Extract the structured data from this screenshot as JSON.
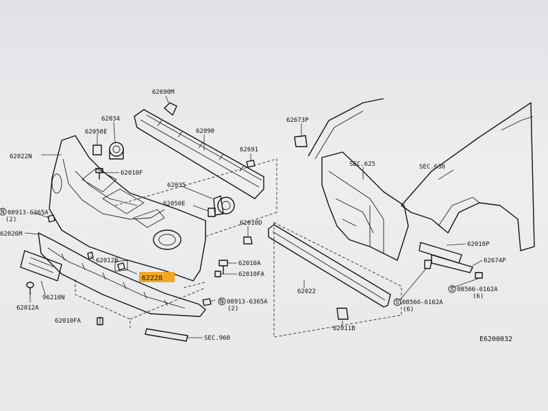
{
  "diagram_id": "E6200032",
  "highlight_color": "#f2a623",
  "labels": {
    "p62690M": "62690M",
    "p62034": "62034",
    "p62050E_top": "62050E",
    "p62090": "62090",
    "p62022N": "62022N",
    "p62691": "62691",
    "p62010F": "62010F",
    "p62035": "62035",
    "p08913_top": "08913-6365A",
    "p08913_top_qty": "(2)",
    "p62050E_mid": "62050E",
    "p62010D": "62010D",
    "p62026M": "62026M",
    "p62012B": "62012B",
    "p62228": "62228",
    "p62010A": "62010A",
    "p62010FA_mid": "62010FA",
    "p96210N": "96210N",
    "p62012A": "62012A",
    "p08913_bot": "08913-6365A",
    "p08913_bot_qty": "(2)",
    "p62010FA_bot": "62010FA",
    "sec960": "SEC.960",
    "p62673P": "62673P",
    "sec625": "SEC.625",
    "sec630": "SEC.630",
    "p62022": "62022",
    "p62010P": "62010P",
    "p62674P": "62674P",
    "p08566_a": "08566-6162A",
    "p08566_a_qty": "(6)",
    "p08566_b": "08566-6162A",
    "p08566_b_qty": "(6)",
    "p62011B": "62011B",
    "circle_N": "N",
    "circle_S": "S"
  }
}
